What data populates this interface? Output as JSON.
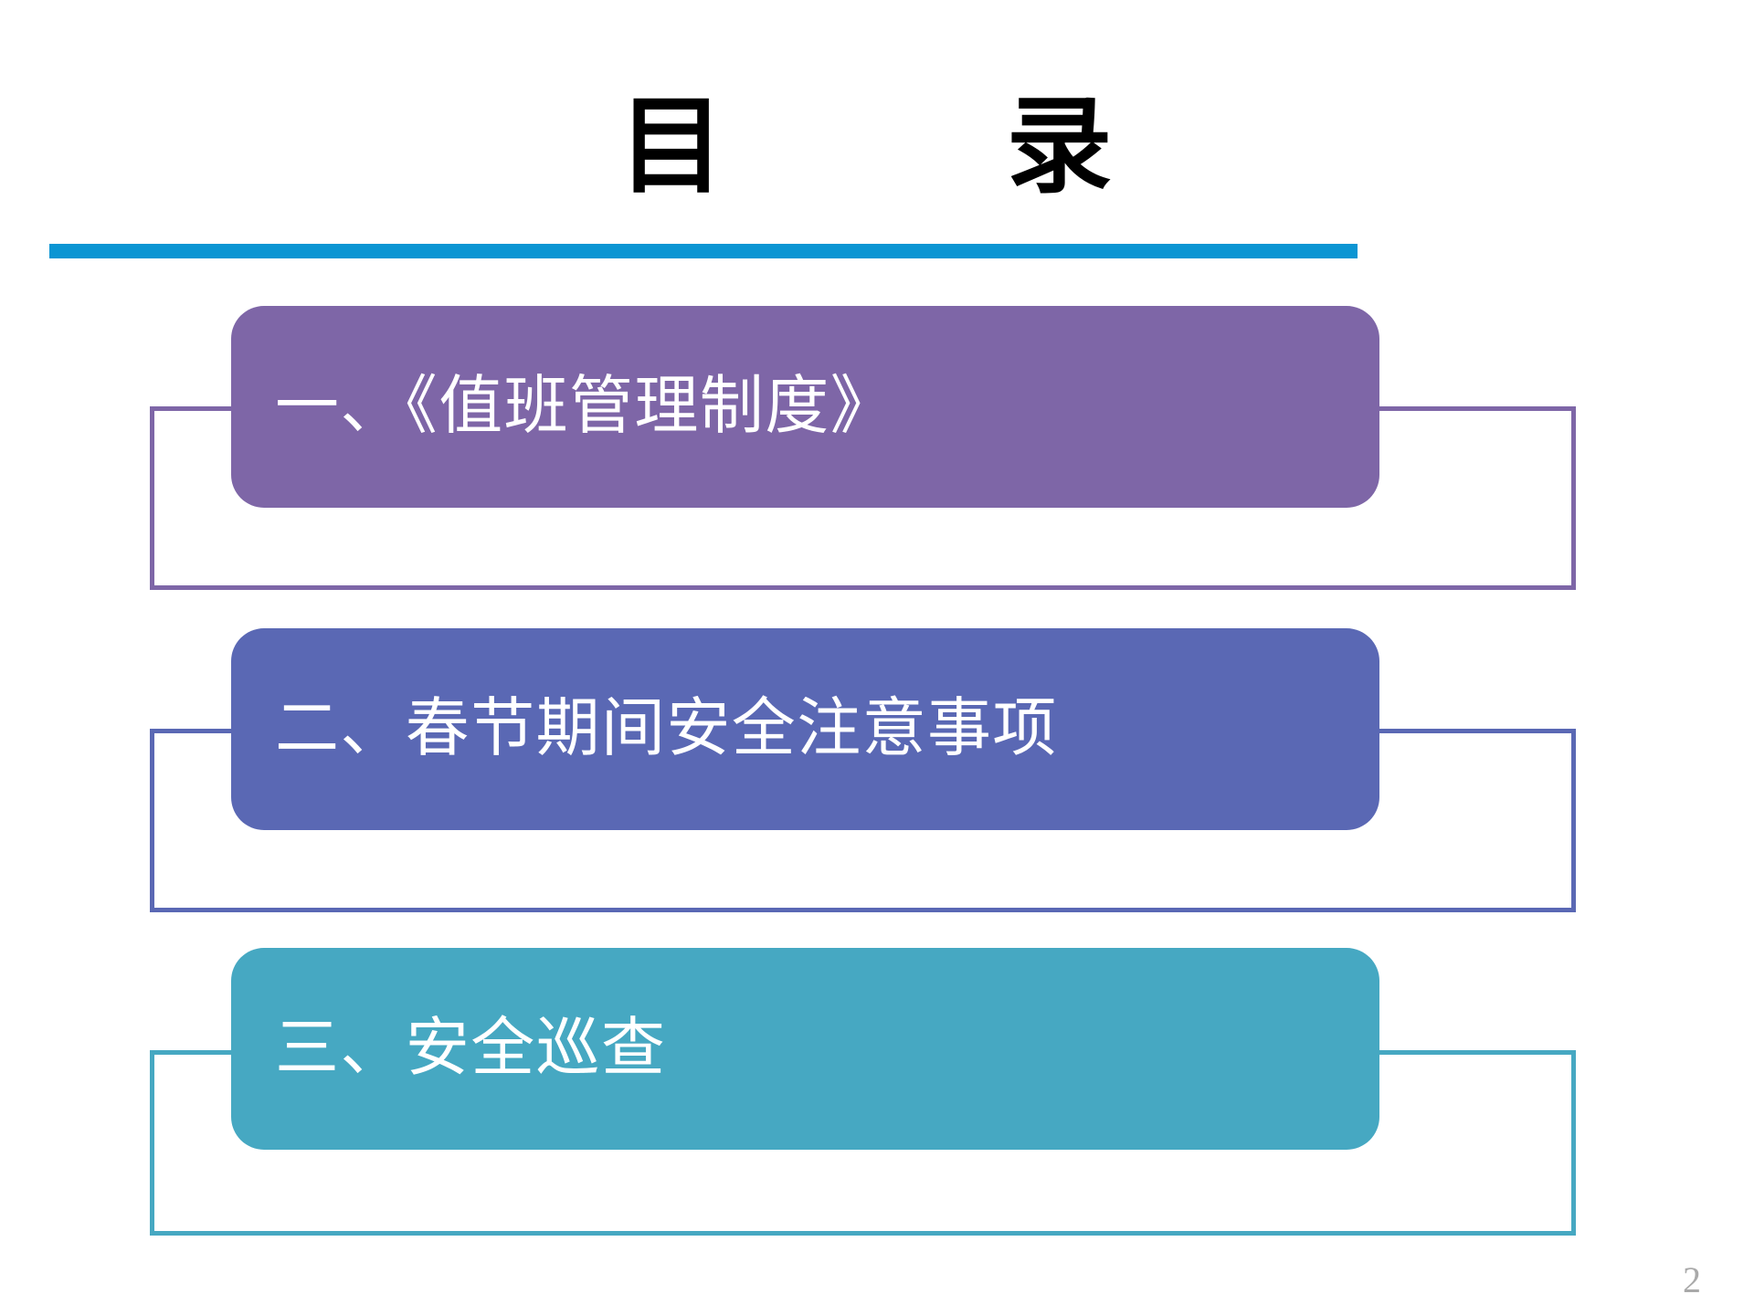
{
  "slide": {
    "title": "目　　录",
    "title_rule_color": "#0b95d3",
    "background_color": "#ffffff",
    "page_number": "2"
  },
  "agenda": {
    "items": [
      {
        "label": "一、《值班管理制度》",
        "fill_color": "#7e66a7",
        "outline_color": "#7e66a7",
        "text_color": "#ffffff"
      },
      {
        "label": "二、春节期间安全注意事项",
        "fill_color": "#5a68b4",
        "outline_color": "#5a68b4",
        "text_color": "#ffffff"
      },
      {
        "label": "三、安全巡查",
        "fill_color": "#46a8c2",
        "outline_color": "#46a8c2",
        "text_color": "#ffffff"
      }
    ]
  }
}
